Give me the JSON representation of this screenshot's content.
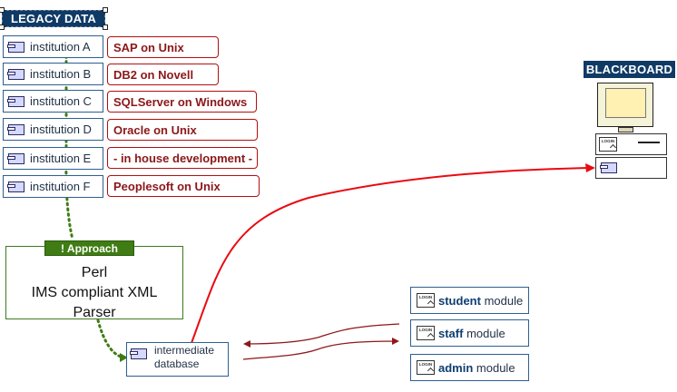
{
  "legacy": {
    "title": "LEGACY DATA",
    "institutions": [
      {
        "name": "institution A",
        "platform": "SAP on Unix"
      },
      {
        "name": "institution B",
        "platform": "DB2 on Novell"
      },
      {
        "name": "institution C",
        "platform": "SQLServer on Windows"
      },
      {
        "name": "institution D",
        "platform": "Oracle on Unix"
      },
      {
        "name": "institution E",
        "platform": "- in house development -"
      },
      {
        "name": "institution F",
        "platform": "Peoplesoft on Unix"
      }
    ]
  },
  "approach": {
    "tag": "! Approach",
    "line1": "Perl",
    "line2": "IMS compliant XML",
    "line3": "Parser"
  },
  "database": {
    "line1": "intermediate",
    "line2": "database"
  },
  "modules": [
    {
      "bold": "student",
      "rest": " module"
    },
    {
      "bold": "staff",
      "rest": " module"
    },
    {
      "bold": "admin",
      "rest": " module"
    }
  ],
  "blackboard": {
    "title": "BLACKBOARD",
    "login_label": "LOGIN"
  },
  "colors": {
    "navy": "#0f3a66",
    "green": "#3f7c13",
    "red": "#b10f11",
    "box_border": "#2d5f91"
  }
}
